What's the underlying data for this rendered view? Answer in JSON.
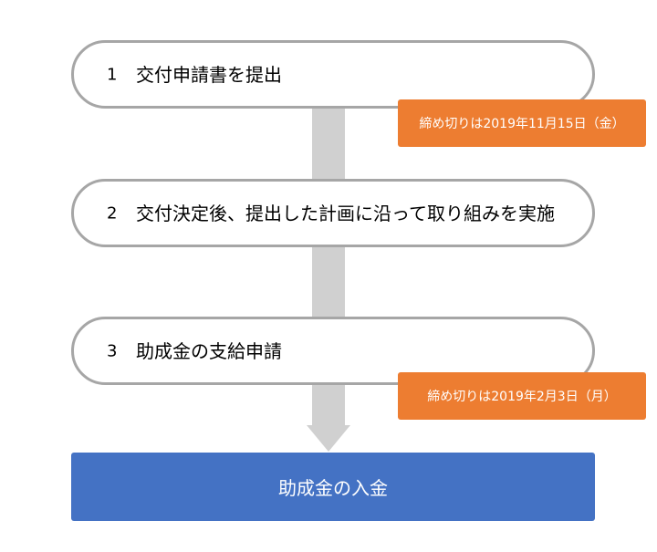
{
  "steps": [
    {
      "number": "1",
      "text": "交付申請書を提出"
    },
    {
      "number": "2",
      "text": "交付決定後、提出した計画に沿って取り組みを実施"
    },
    {
      "number": "3",
      "text": "助成金の支給申請"
    }
  ],
  "deadlines": [
    {
      "text": "締め切りは2019年11月15日（金）"
    },
    {
      "text": "締め切りは2019年2月3日（月）"
    }
  ],
  "final": {
    "text": "助成金の入金"
  },
  "colors": {
    "badge": "#ed7d31",
    "final": "#4472c4",
    "connector": "#d0d0d0",
    "outline": "#a6a6a6"
  }
}
